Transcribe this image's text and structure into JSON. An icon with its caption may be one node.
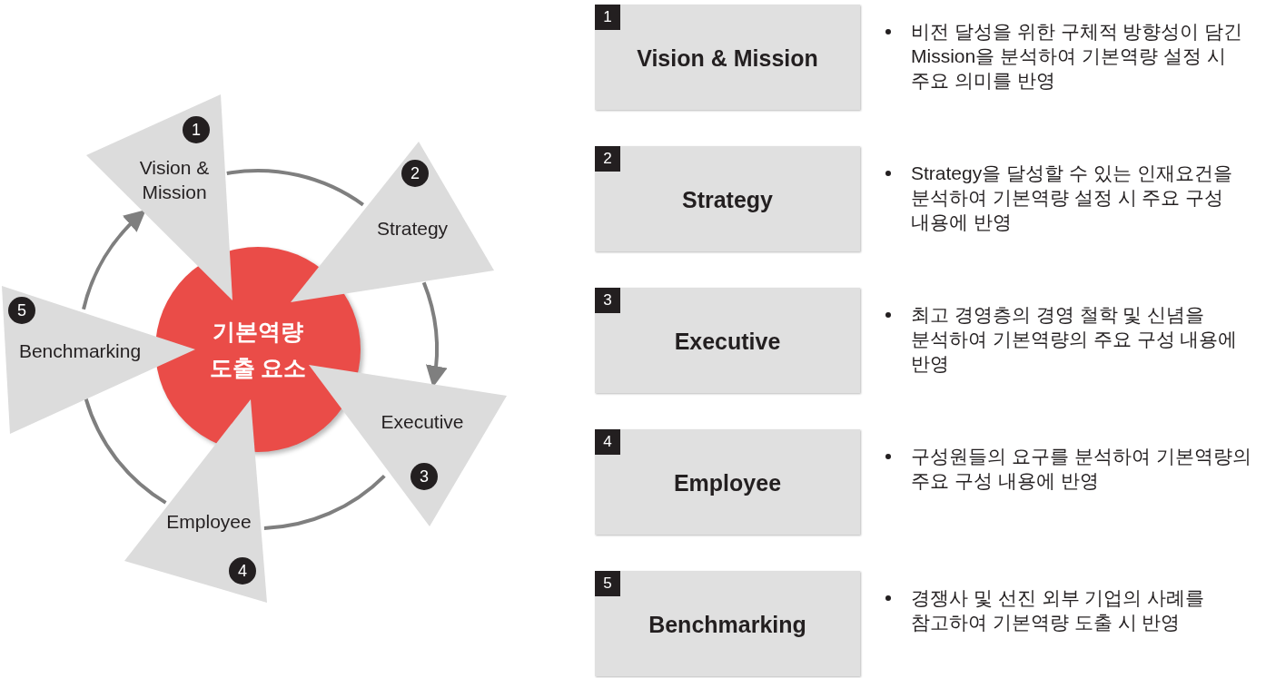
{
  "diagram": {
    "nodes": [
      {
        "text": [
          "기본역량 도출 요소"
        ]
      },
      {
        "text": [
          "1",
          "Vision & Mission"
        ]
      },
      {
        "text": [
          "2",
          "Strategy"
        ]
      },
      {
        "text": [
          "Executive",
          "3"
        ]
      },
      {
        "text": [
          "Employee",
          "4"
        ]
      },
      {
        "text": [
          "5",
          "Benchmarking"
        ]
      },
      {
        "text": [
          "1",
          "Vision & Mission"
        ],
        "beside": [
          "비전 달성을 위한 구체적 방향성이 담긴 Mission을 분석하여 기본역량 설정 시 주요 의미를 반영"
        ]
      },
      {
        "text": [
          "2",
          "Strategy"
        ],
        "beside": [
          "Strategy을 달성할 수 있는 인재요건을 분석하여 기본역량 설정 시 주요 구성 내용에 반영"
        ]
      },
      {
        "text": [
          "3",
          "Executive"
        ],
        "beside": [
          "최고 경영층의 경영 철학 및 신념을 분석하여 기본역량의 주요 구성 내용에 반영"
        ]
      },
      {
        "text": [
          "4",
          "Employee"
        ],
        "beside": [
          "구성원들의 요구를 분석하여 기본역량의 주요 구성 내용에 반영"
        ]
      },
      {
        "text": [
          "5",
          "Benchmarking"
        ],
        "beside": [
          "경쟁사 및 선진 외부 기업의 사례를 참고하여 기본역량 도출 시 반영"
        ]
      }
    ],
    "edges": [
      {
        "from": 5,
        "to": 1,
        "arrow": "to"
      },
      {
        "from": 1,
        "to": 2,
        "arrow": "none"
      },
      {
        "from": 2,
        "to": 3,
        "arrow": "to"
      },
      {
        "from": 3,
        "to": 4,
        "arrow": "none"
      },
      {
        "from": 4,
        "to": 5,
        "arrow": "none"
      }
    ]
  }
}
